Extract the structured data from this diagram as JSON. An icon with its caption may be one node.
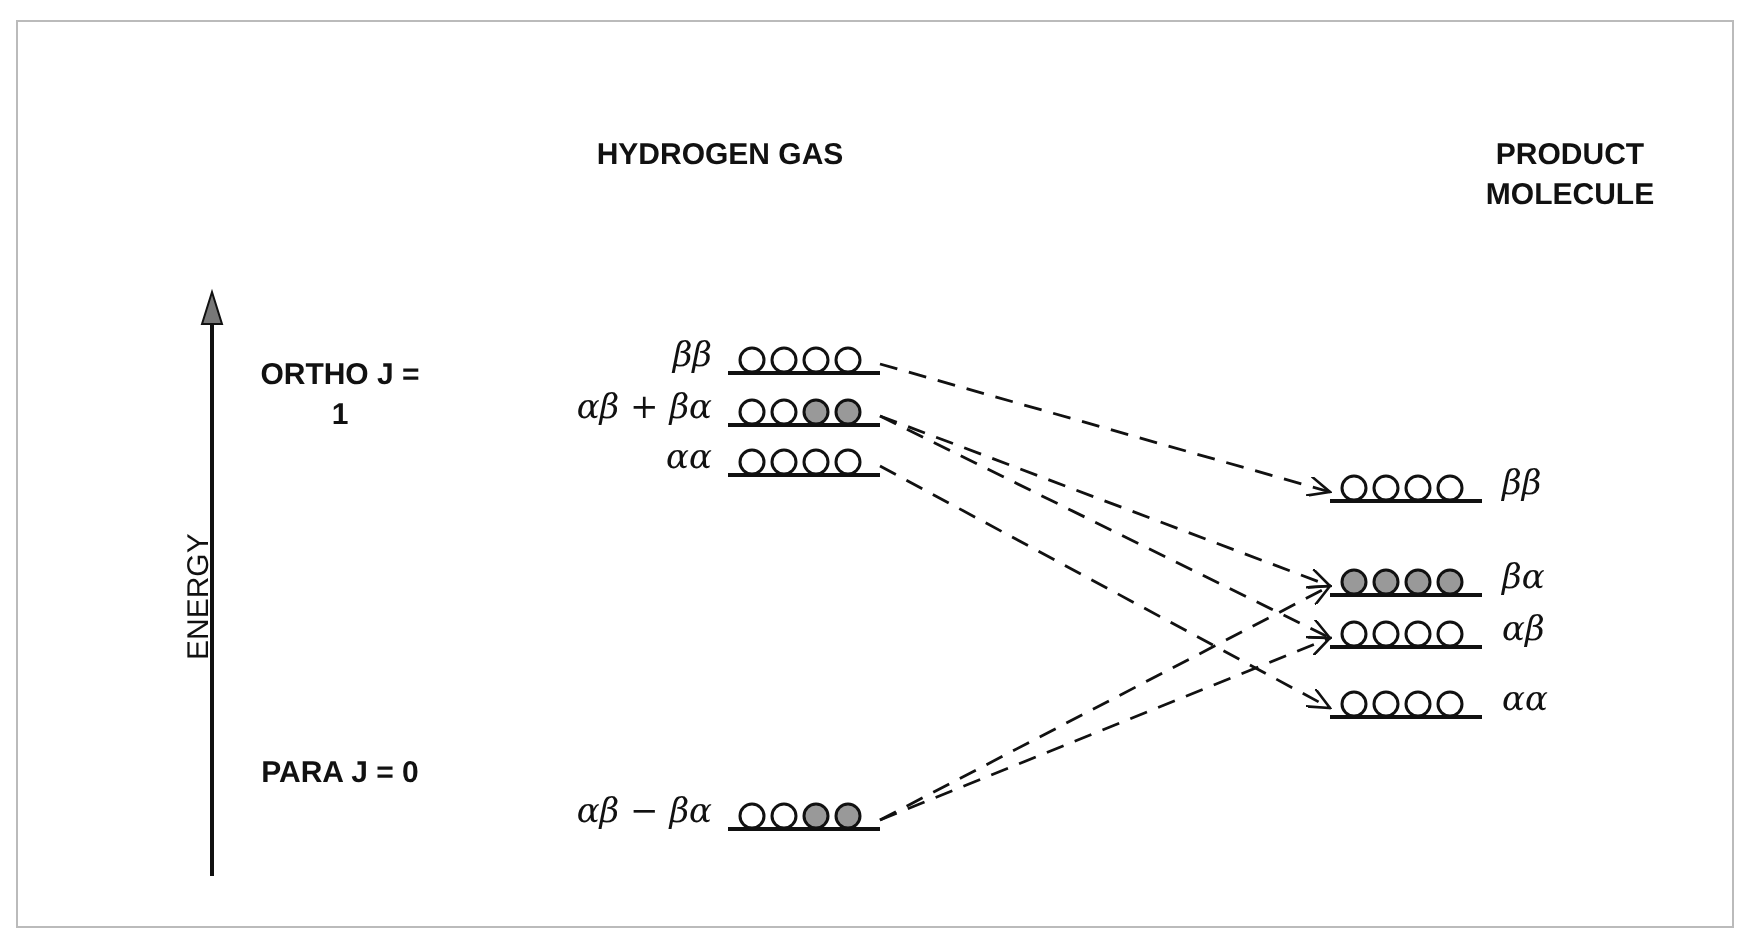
{
  "diagram": {
    "nodes": [
      {
        "text": [
          "ββ"
        ]
      },
      {
        "text": [
          "αβ + βα"
        ]
      },
      {
        "text": [
          "αα"
        ]
      },
      {
        "text": [
          "αβ − βα"
        ]
      },
      {
        "text": [
          "ββ"
        ]
      },
      {
        "text": [
          "βα"
        ]
      },
      {
        "text": [
          "αβ"
        ]
      },
      {
        "text": [
          "αα"
        ]
      }
    ],
    "edges": [
      {
        "from": 0,
        "to": 4,
        "arrow": "to",
        "style": "dashed"
      },
      {
        "from": 1,
        "to": 5,
        "arrow": "to",
        "style": "dashed"
      },
      {
        "from": 1,
        "to": 6,
        "arrow": "to",
        "style": "dashed"
      },
      {
        "from": 2,
        "to": 7,
        "arrow": "to",
        "style": "dashed"
      },
      {
        "from": 3,
        "to": 5,
        "arrow": "to",
        "style": "dashed"
      },
      {
        "from": 3,
        "to": 6,
        "arrow": "to",
        "style": "dashed"
      }
    ],
    "labels": [
      "HYDROGEN GAS",
      "PRODUCT MOLECULE",
      "ORTHO J = 1",
      "ENERGY",
      "PARA J = 0"
    ]
  }
}
